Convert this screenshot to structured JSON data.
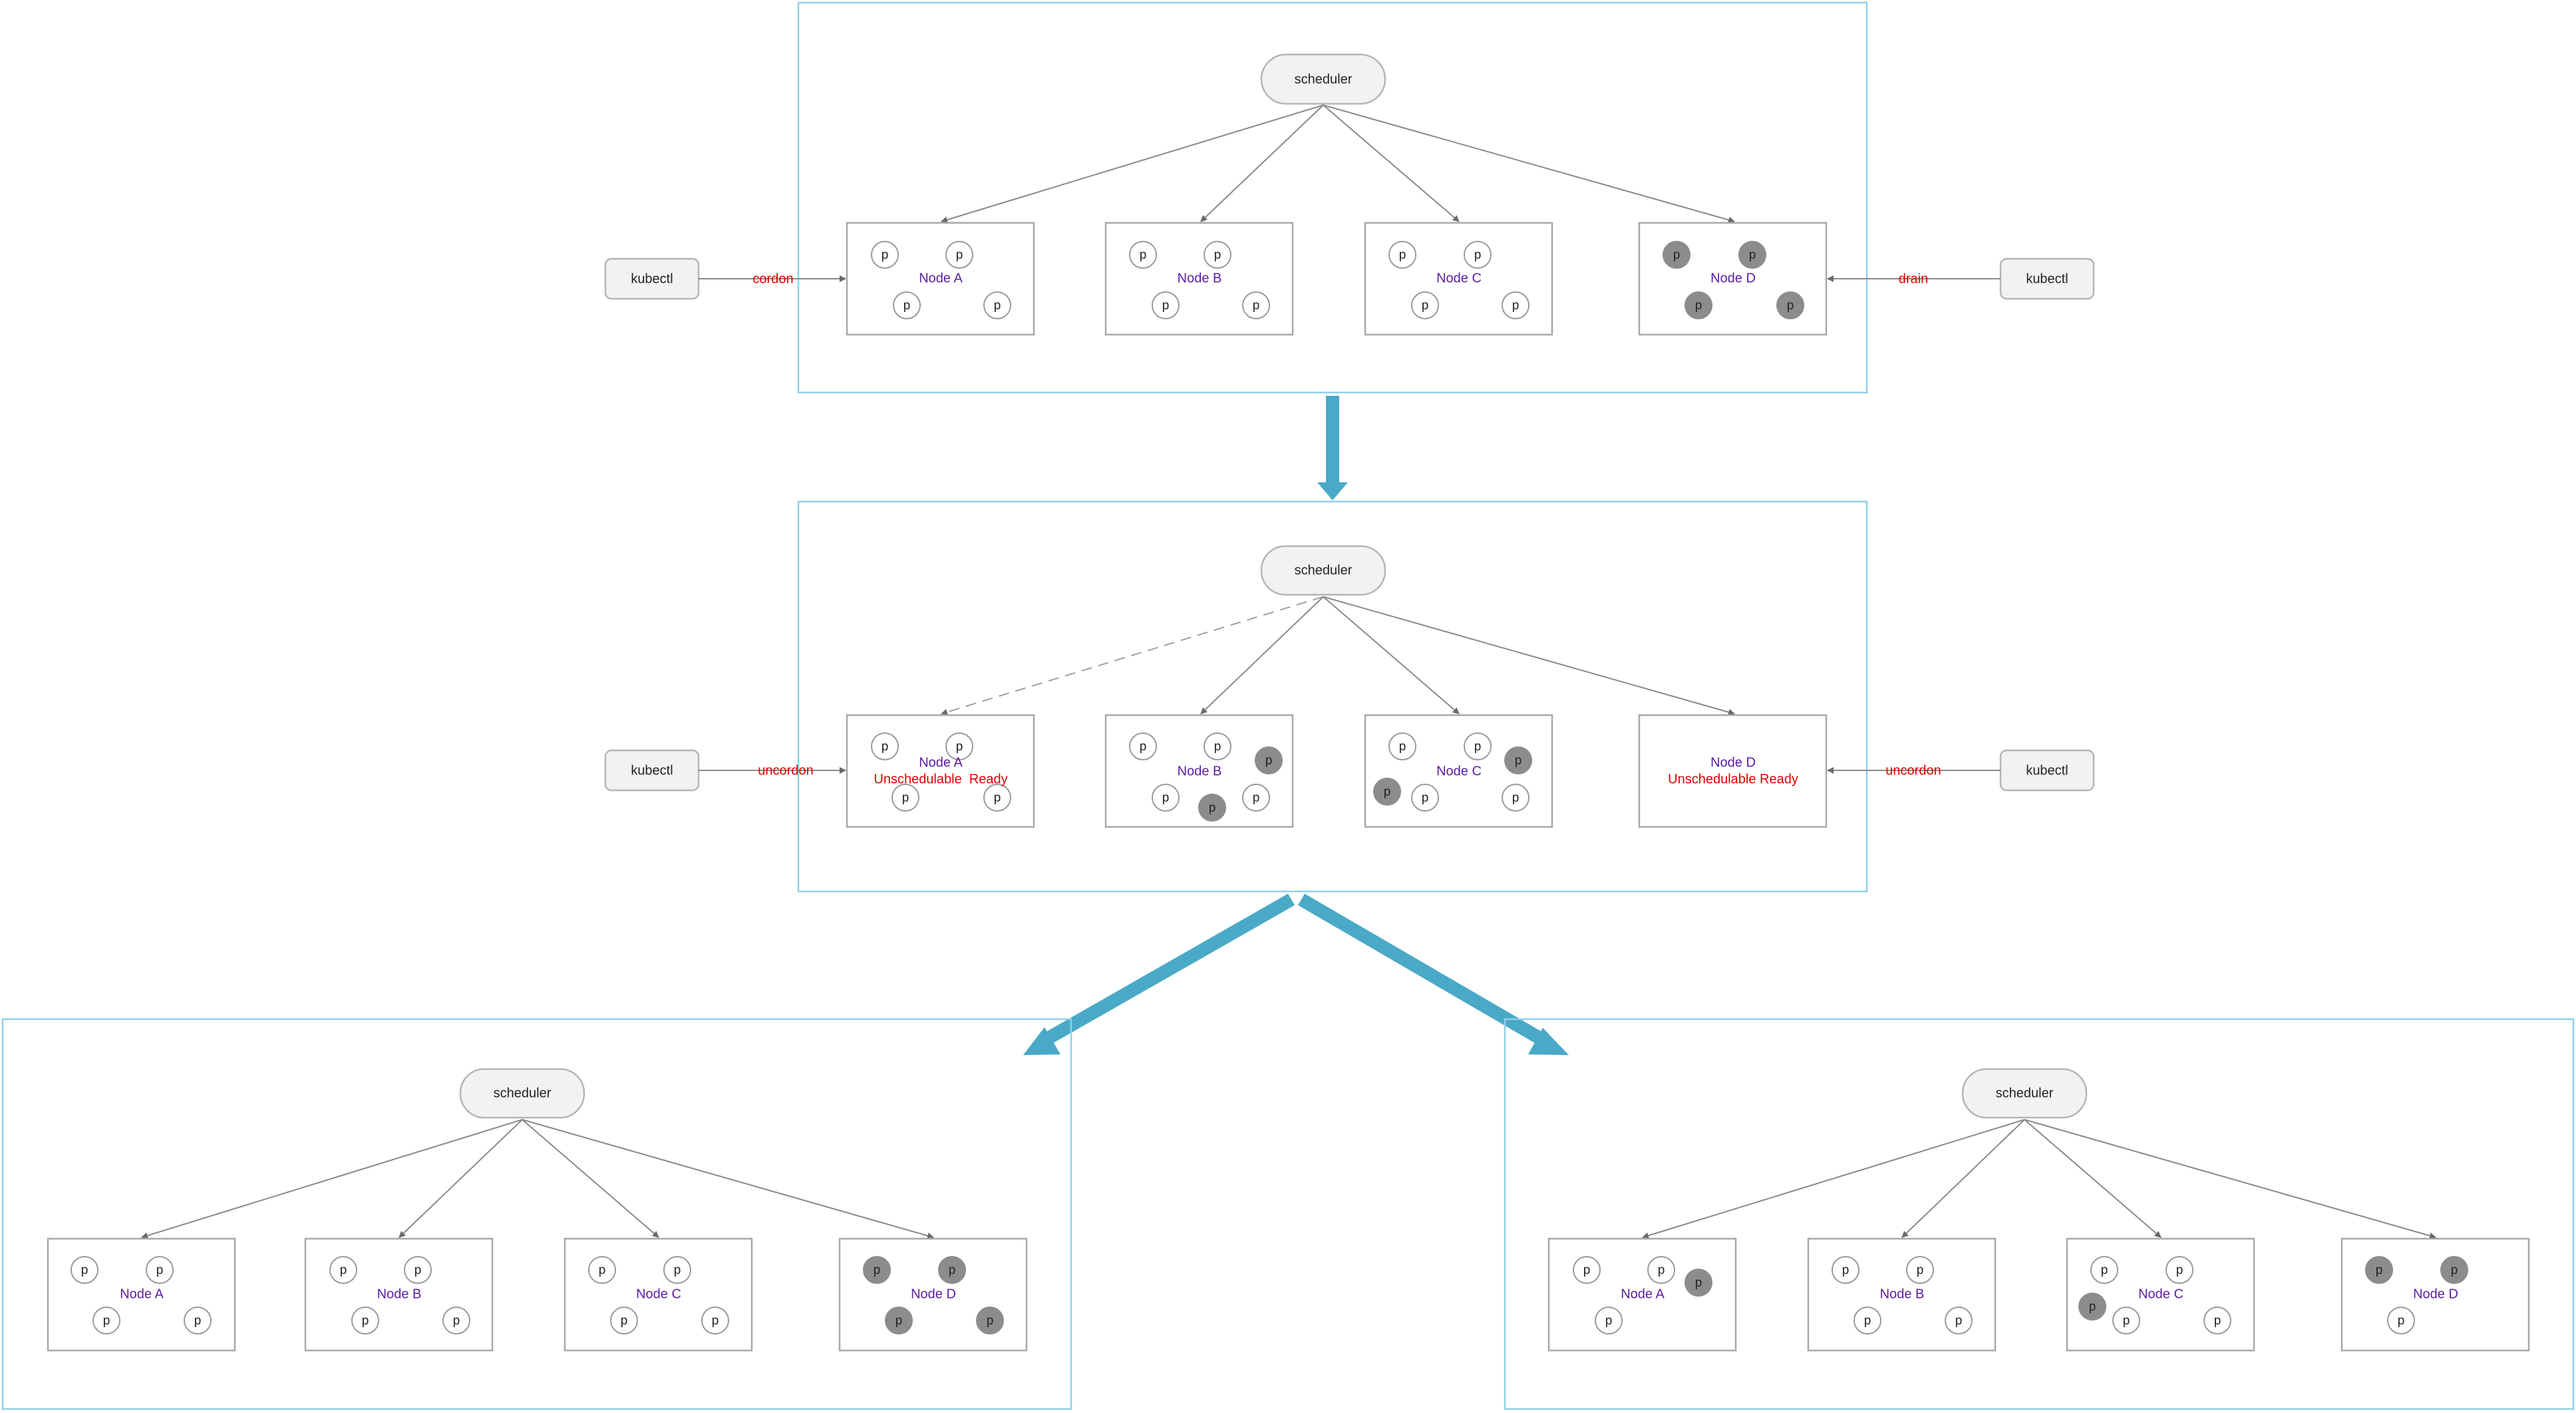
{
  "colors": {
    "frame": "#8fd0ea",
    "node_label": "#5b1ca3",
    "action_label": "#e00000",
    "transition_arrow": "#4aa9c6",
    "pod_evicted": "#8c8c8c"
  },
  "labels": {
    "scheduler": "scheduler",
    "kubectl": "kubectl",
    "pod": "p"
  },
  "panels": [
    {
      "id": "top",
      "kubectl_left_action": "cordon",
      "kubectl_right_action": "drain",
      "nodes": [
        {
          "name": "Node A",
          "status": "",
          "pods": [
            "light",
            "light",
            "light",
            "light"
          ]
        },
        {
          "name": "Node B",
          "status": "",
          "pods": [
            "light",
            "light",
            "light",
            "light"
          ]
        },
        {
          "name": "Node C",
          "status": "",
          "pods": [
            "light",
            "light",
            "light",
            "light"
          ]
        },
        {
          "name": "Node D",
          "status": "",
          "pods": [
            "dark",
            "dark",
            "dark",
            "dark"
          ]
        }
      ]
    },
    {
      "id": "middle",
      "kubectl_left_action": "uncordon",
      "kubectl_right_action": "uncordon",
      "nodes": [
        {
          "name": "Node A",
          "status": "Unschedulable  Ready",
          "pods": [
            "light",
            "light",
            "light",
            "light"
          ]
        },
        {
          "name": "Node B",
          "status": "",
          "pods": [
            "light",
            "light",
            "dark",
            "light",
            "dark",
            "light"
          ]
        },
        {
          "name": "Node C",
          "status": "",
          "pods": [
            "light",
            "light",
            "dark",
            "dark",
            "light",
            "light"
          ]
        },
        {
          "name": "Node D",
          "status": "Unschedulable Ready",
          "pods": []
        }
      ]
    },
    {
      "id": "bottom-left",
      "nodes": [
        {
          "name": "Node A",
          "status": "",
          "pods": [
            "light",
            "light",
            "light",
            "light"
          ]
        },
        {
          "name": "Node B",
          "status": "",
          "pods": [
            "light",
            "light",
            "light",
            "light"
          ]
        },
        {
          "name": "Node C",
          "status": "",
          "pods": [
            "light",
            "light",
            "light",
            "light"
          ]
        },
        {
          "name": "Node D",
          "status": "",
          "pods": [
            "dark",
            "dark",
            "dark",
            "dark"
          ]
        }
      ]
    },
    {
      "id": "bottom-right",
      "nodes": [
        {
          "name": "Node A",
          "status": "",
          "pods": [
            "light",
            "light",
            "dark",
            "light"
          ]
        },
        {
          "name": "Node B",
          "status": "",
          "pods": [
            "light",
            "light",
            "light",
            "light"
          ]
        },
        {
          "name": "Node C",
          "status": "",
          "pods": [
            "light",
            "light",
            "dark",
            "light",
            "light"
          ]
        },
        {
          "name": "Node D",
          "status": "",
          "pods": [
            "dark",
            "dark",
            "light"
          ]
        }
      ]
    }
  ]
}
